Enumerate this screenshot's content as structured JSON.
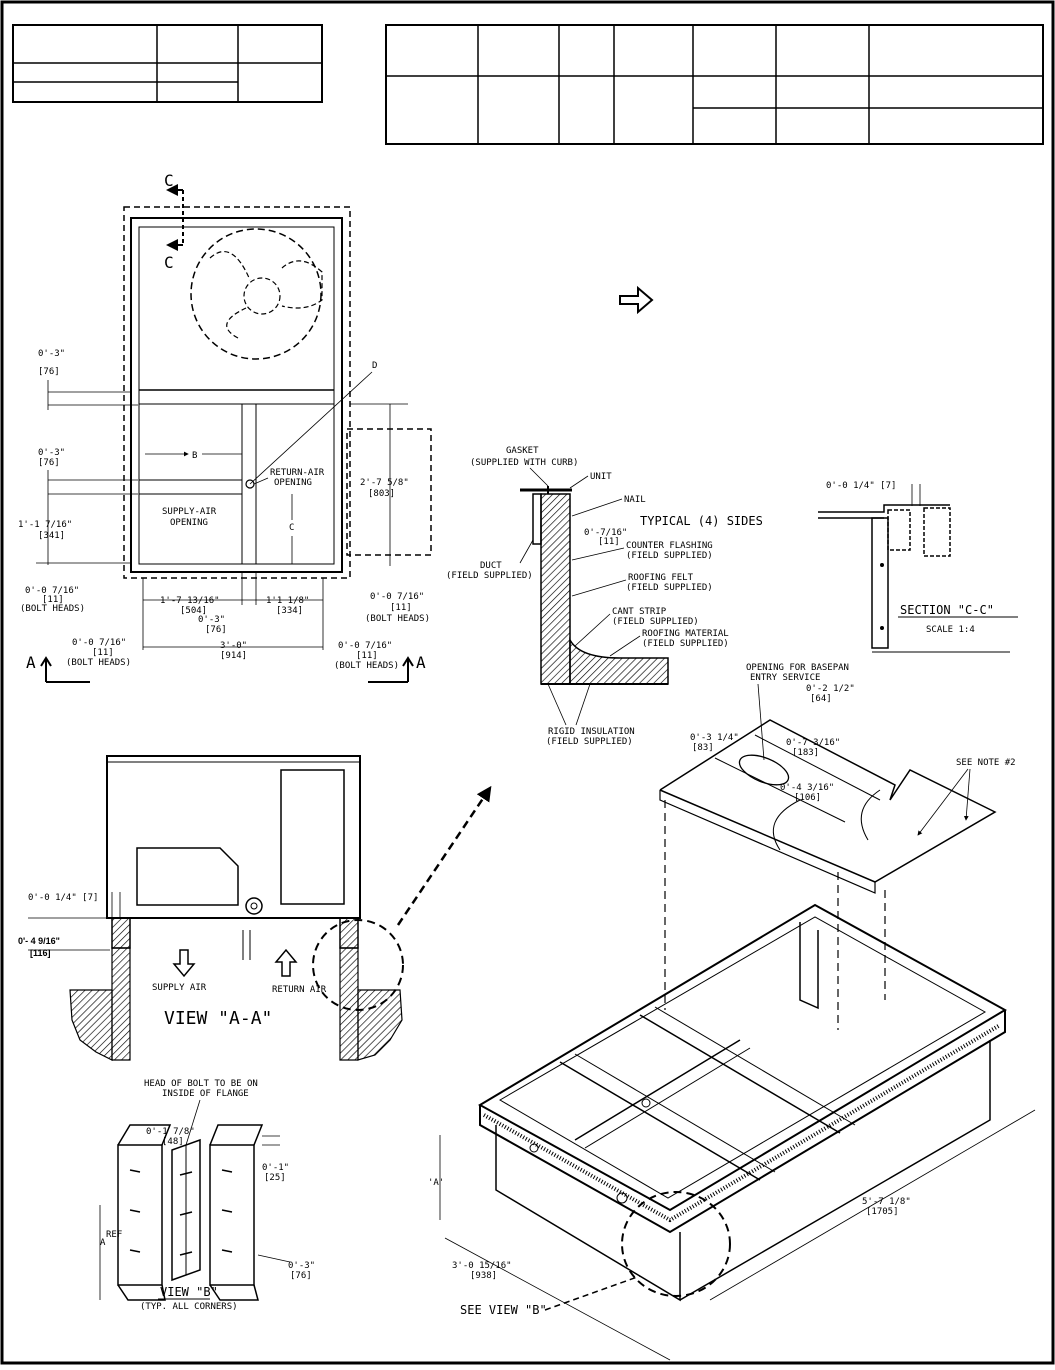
{
  "colors": {
    "line": "#000000",
    "background": "#ffffff"
  },
  "plan": {
    "section_mark_top": "C",
    "section_mark_bottom": "C",
    "left_dim1_ft": "0'-3\"",
    "left_dim1_mm": "[76]",
    "left_dim2_ft": "0'-3\"",
    "left_dim2_mm": "[76]",
    "left_dim3_ft": "1'-1 7/16\"",
    "left_dim3_mm": "[341]",
    "left_dim4_ft": "0'-0 7/16\"",
    "left_dim4_mm": "[11]",
    "left_dim4_note": "(BOLT HEADS)",
    "label_b": "B",
    "label_c": "C",
    "label_d": "D",
    "return_air_1": "RETURN-AIR",
    "return_air_2": "OPENING",
    "supply_air_1": "SUPPLY-AIR",
    "supply_air_2": "OPENING",
    "right_dim1_ft": "2'-7 5/8\"",
    "right_dim1_mm": "[803]",
    "right_dim2_ft": "0'-0 7/16\"",
    "right_dim2_mm": "[11]",
    "right_dim2_note": "(BOLT HEADS)",
    "bot_dim1_ft": "1'-7 13/16\"",
    "bot_dim1_mm": "[504]",
    "bot_dim2_ft": "1'1 1/8\"",
    "bot_dim2_mm": "[334]",
    "bot_dim3_ft": "0'-3\"",
    "bot_dim3_mm": "[76]",
    "bot_dim4_ft": "3'-0\"",
    "bot_dim4_mm": "[914]",
    "bot_dim5_ft": "0'-0 7/16\"",
    "bot_dim5_mm": "[11]",
    "bot_dim5_note": "(BOLT HEADS)",
    "bot_dim6_ft": "0'-0 7/16\"",
    "bot_dim6_mm": "[11]",
    "bot_dim6_note": "(BOLT HEADS)",
    "view_a_left": "A",
    "view_a_right": "A"
  },
  "detail": {
    "gasket_1": "GASKET",
    "gasket_2": "(SUPPLIED WITH CURB)",
    "unit": "UNIT",
    "nail": "NAIL",
    "typical": "TYPICAL (4) SIDES",
    "dim_ft": "0'-7/16\"",
    "dim_mm": "[11]",
    "duct_1": "DUCT",
    "duct_2": "(FIELD SUPPLIED)",
    "counter_1": "COUNTER FLASHING",
    "counter_2": "(FIELD SUPPLIED)",
    "felt_1": "ROOFING FELT",
    "felt_2": "(FIELD SUPPLIED)",
    "cant_1": "CANT STRIP",
    "cant_2": "(FIELD SUPPLIED)",
    "material_1": "ROOFING MATERIAL",
    "material_2": "(FIELD SUPPLIED)",
    "rigid_1": "RIGID INSULATION",
    "rigid_2": "(FIELD SUPPLIED)"
  },
  "section_cc": {
    "dim": "0'-0 1/4\" [7]",
    "title": "SECTION \"C-C\"",
    "scale": "SCALE 1:4"
  },
  "view_aa": {
    "dim1": "0'-0 1/4\" [7]",
    "dim2_ft": "0'- 4 9/16\"",
    "dim2_mm": "[116]",
    "supply": "SUPPLY AIR",
    "return": "RETURN AIR",
    "title": "VIEW \"A-A\""
  },
  "view_b": {
    "head_1": "HEAD OF BOLT TO BE ON",
    "head_2": "INSIDE OF FLANGE",
    "dim1_ft": "0'-1 7/8\"",
    "dim1_mm": "[48]",
    "dim2_ft": "0'-1\"",
    "dim2_mm": "[25]",
    "dim3_ft": "0'-3\"",
    "dim3_mm": "[76]",
    "ref": "REF",
    "a": "A",
    "title": "VIEW \"B\"",
    "subtitle": "(TYP. ALL CORNERS)"
  },
  "iso": {
    "opening_1": "OPENING FOR BASEPAN",
    "opening_2": "ENTRY SERVICE",
    "d1_ft": "0'-2 1/2\"",
    "d1_mm": "[64]",
    "d2_ft": "0'-3 1/4\"",
    "d2_mm": "[83]",
    "d3_ft": "0'-7 3/16\"",
    "d3_mm": "[183]",
    "d4_ft": "0'-4 3/16\"",
    "d4_mm": "[106]",
    "note": "SEE NOTE #2",
    "a_label": "'A'",
    "width_ft": "3'-0 15/16\"",
    "width_mm": "[938]",
    "length_ft": "5'-7 1/8\"",
    "length_mm": "[1705]",
    "see_view_b": "SEE VIEW \"B\""
  }
}
